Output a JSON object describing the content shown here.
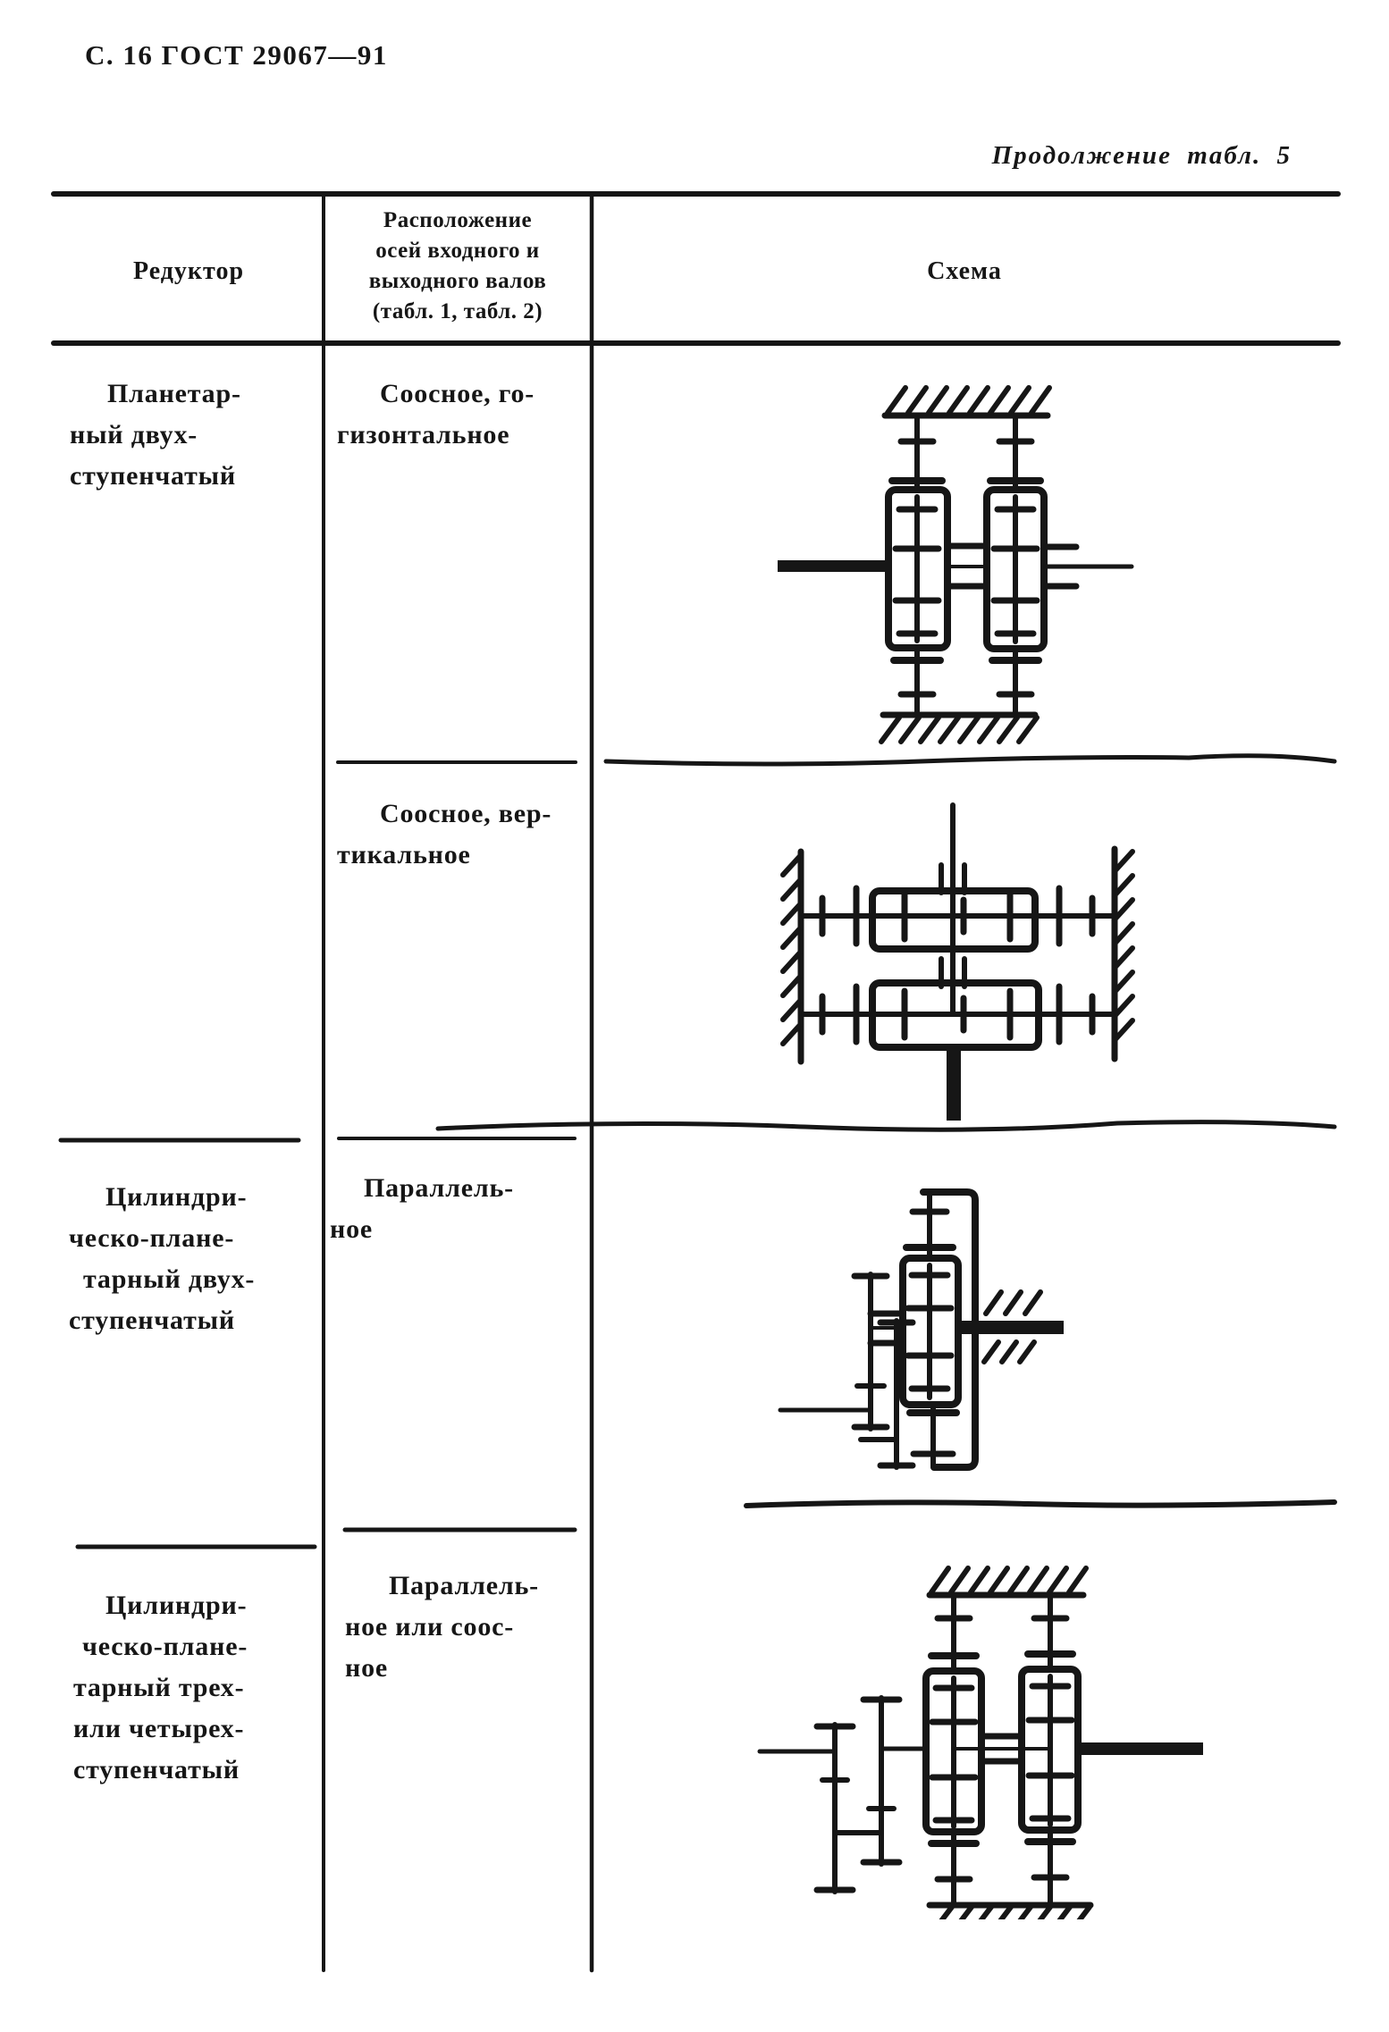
{
  "page": {
    "header": "С. 16 ГОСТ 29067—91",
    "table_caption": "Продолжение табл. 5"
  },
  "colors": {
    "ink": "#161616",
    "paper": "#ffffff"
  },
  "table": {
    "columns": [
      {
        "label": "Редуктор"
      },
      {
        "label_lines": [
          "Расположение",
          "осей входного и",
          "выходного валов",
          "(табл. 1, табл. 2)"
        ]
      },
      {
        "label": "Схема"
      }
    ],
    "rows": [
      {
        "reducer_lines": [
          "Планетар-",
          "ный двух-",
          "ступенчатый"
        ],
        "axes_lines": [
          "Соосное, го-",
          "гизонтальное"
        ],
        "schema": "planetary-two-stage-coaxial-horizontal-diagram"
      },
      {
        "reducer_lines": [],
        "axes_lines": [
          "Соосное, вер-",
          "тикальное"
        ],
        "schema": "planetary-two-stage-coaxial-vertical-diagram"
      },
      {
        "reducer_lines": [
          "Цилиндри-",
          "ческо-плане-",
          "тарный двух-",
          "ступенчатый"
        ],
        "axes_lines": [
          "Параллель-",
          "ное"
        ],
        "schema": "cylindrical-planetary-two-stage-parallel-diagram"
      },
      {
        "reducer_lines": [
          "Цилиндри-",
          "ческо-плане-",
          "тарный трех-",
          "или четырех-",
          "ступенчатый"
        ],
        "axes_lines": [
          "Параллель-",
          "ное или соос-",
          "ное"
        ],
        "schema": "cylindrical-planetary-three-or-four-stage-diagram"
      }
    ]
  }
}
